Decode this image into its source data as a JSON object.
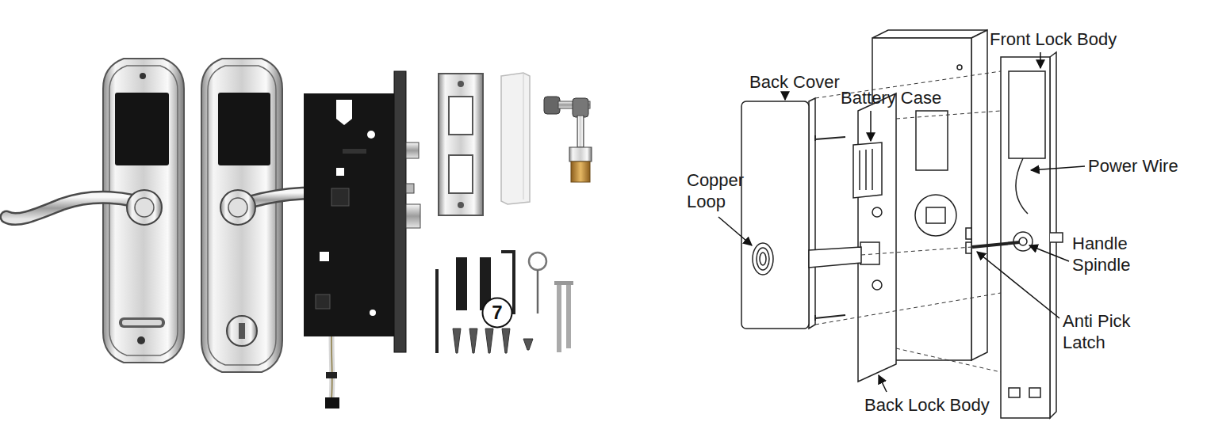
{
  "diagram": {
    "nodes": [
      {
        "text": [
          "7"
        ]
      }
    ],
    "labels": [
      "Front Lock Body",
      "Back Cover",
      "Battery Case",
      "Copper Loop",
      "Power Wire",
      "Handle Spindle",
      "Anti Pick Latch",
      "Back Lock Body"
    ]
  }
}
